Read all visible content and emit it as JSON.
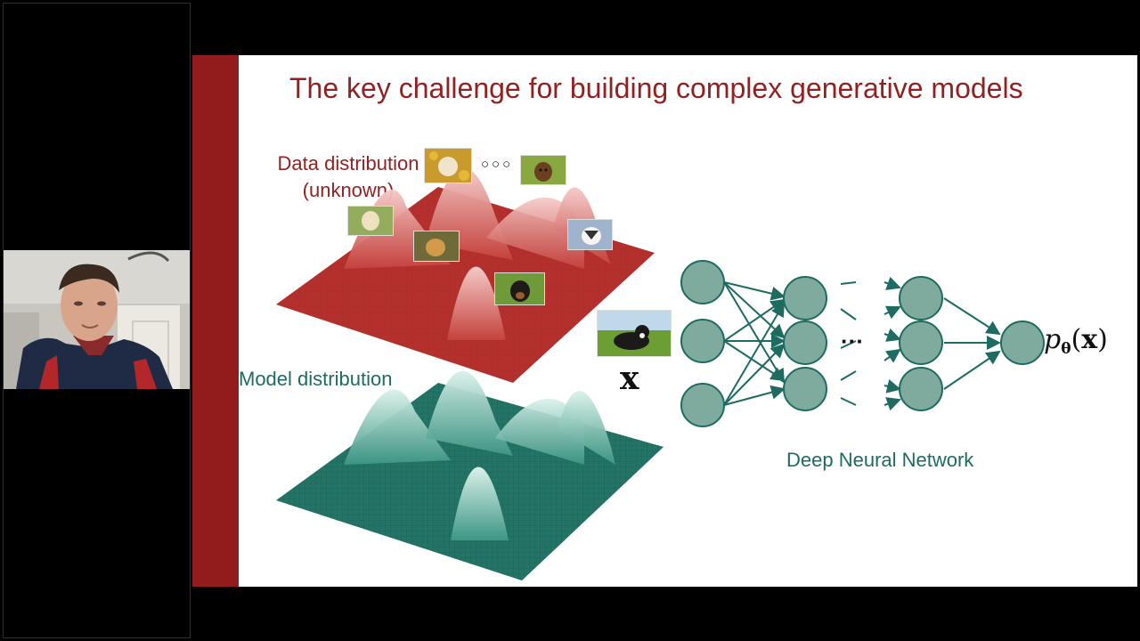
{
  "slide": {
    "title": "The key challenge for building complex generative models",
    "data_distribution_label_line1": "Data distribution",
    "data_distribution_label_line2": "(unknown)",
    "model_distribution_label": "Model distribution",
    "ellipsis_dots": "○○○",
    "network_ellipsis": "···",
    "x_symbol": "x",
    "output_p": "p",
    "output_theta": "θ",
    "output_paren_open": "(",
    "output_x": "x",
    "output_paren_close": ")",
    "network_label": "Deep Neural Network"
  },
  "colors": {
    "accent_red": "#921b1c",
    "title_red": "#922222",
    "teal": "#1e6b61",
    "node_fill": "#7fab9f"
  }
}
